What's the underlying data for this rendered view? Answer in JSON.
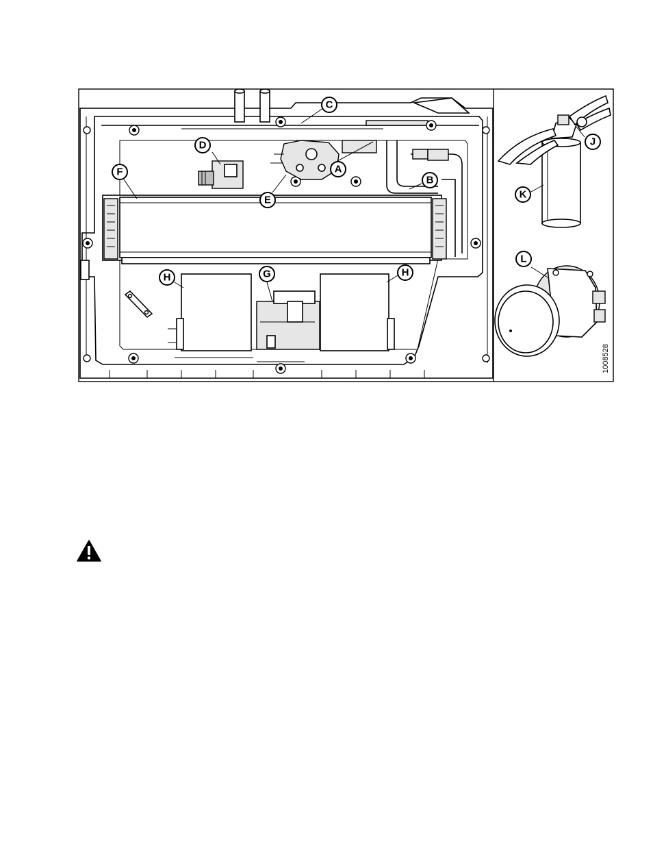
{
  "figure": {
    "id_label": "1008528",
    "callouts": {
      "A": "A",
      "B": "B",
      "C": "C",
      "D": "D",
      "E": "E",
      "F": "F",
      "G": "G",
      "H1": "H",
      "H2": "H",
      "J": "J",
      "K": "K",
      "L": "L"
    }
  },
  "warning": {
    "icon": "warning-triangle-icon"
  }
}
